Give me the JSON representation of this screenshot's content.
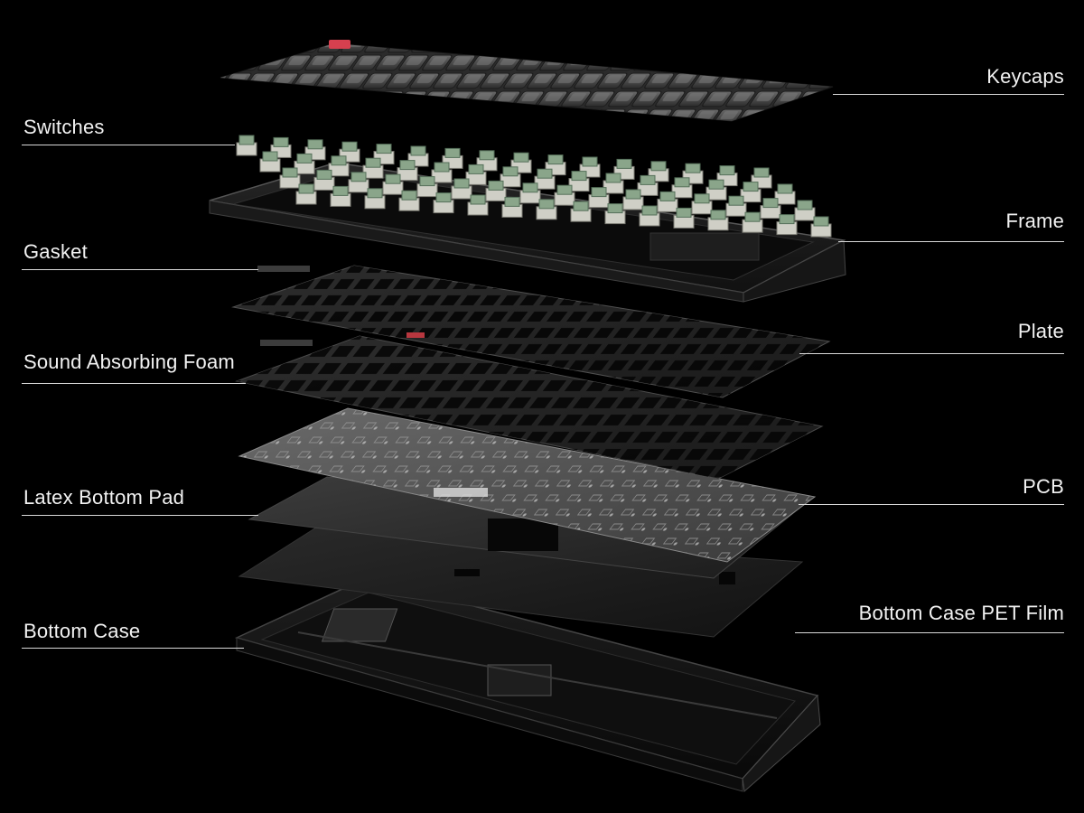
{
  "diagram": {
    "labels_left": [
      "Switches",
      "Gasket",
      "Sound Absorbing Foam",
      "Latex Bottom Pad",
      "Bottom Case"
    ],
    "labels_right": [
      "Keycaps",
      "Frame",
      "Plate",
      "PCB",
      "Bottom Case PET Film"
    ]
  },
  "colors": {
    "background": "#000000",
    "label_text": "#f2f2f2",
    "leader_line": "#d9d9d9",
    "accent_keycap": "#d6404f",
    "switch_housing": "#8aa58a"
  }
}
